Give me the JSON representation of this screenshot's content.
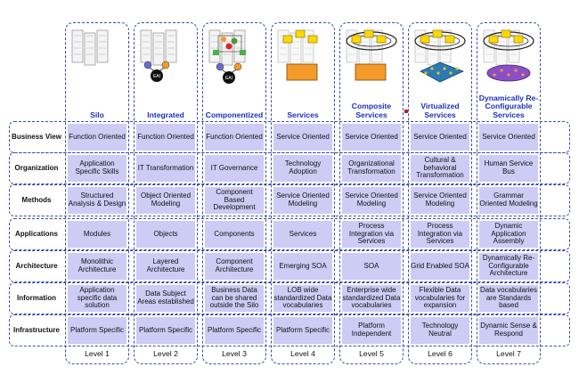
{
  "stages": [
    {
      "title": "Silo",
      "level": "Level 1",
      "icon": "building-icon"
    },
    {
      "title": "Integrated",
      "level": "Level 2",
      "icon": "eai-hub-icon"
    },
    {
      "title": "Componentized",
      "level": "Level 3",
      "icon": "component-eai-icon"
    },
    {
      "title": "Services",
      "level": "Level 4",
      "icon": "services-icon"
    },
    {
      "title": "Composite Services",
      "level": "Level 5",
      "icon": "composite-services-icon"
    },
    {
      "title": "Virtualized Services",
      "level": "Level 6",
      "icon": "virtualized-services-icon"
    },
    {
      "title": "Dynamically Re-Configurable Services",
      "level": "Level 7",
      "icon": "reconfigurable-services-icon"
    }
  ],
  "hub_label": "EAI",
  "rows": [
    {
      "label": "Business View",
      "cells": [
        "Function Oriented",
        "Function Oriented",
        "Function Oriented",
        "Service Oriented",
        "Service Oriented",
        "Service Oriented",
        "Service Oriented"
      ]
    },
    {
      "label": "Organization",
      "cells": [
        "Application Specific Skills",
        "IT Transformation",
        "IT Governance",
        "Technology Adoption",
        "Organizational Transformation",
        "Cultural & behavioral Transformation",
        "Human Service Bus"
      ]
    },
    {
      "label": "Methods",
      "cells": [
        "Structured Analysis & Design",
        "Object Oriented Modeling",
        "Component Based Development",
        "Service  Oriented Modeling",
        "Service  Oriented Modeling",
        "Service  Oriented Modeling",
        "Grammar Oriented Modeling"
      ]
    },
    {
      "label": "Applications",
      "cells": [
        "Modules",
        "Objects",
        "Components",
        "Services",
        "Process Integration via Services",
        "Process Integration via Services",
        "Dynamic Application Assembly"
      ]
    },
    {
      "label": "Architecture",
      "cells": [
        "Monolithic Architecture",
        "Layered Architecture",
        "Component Architecture",
        "Emerging SOA",
        "SOA",
        "Grid Enabled SOA",
        "Dynamically Re-Configurable Architecture"
      ]
    },
    {
      "label": "Information",
      "cells": [
        "Application specific data solution",
        "Data Subject Areas established",
        "Business Data can be shared outside the Silo",
        "LOB wide standardized Data vocabularies",
        "Enterprise wide standardized Data vocabularies",
        "Flexible Data vocabularies for expansion",
        "Data vocabularies are Standards based"
      ]
    },
    {
      "label": "Infrastructure",
      "cells": [
        "Platform Specific",
        "Platform Specific",
        "Platform Specific",
        "Platform Specific",
        "Platform Independent",
        "Technology Neutral",
        "Dynamic Sense & Respond"
      ]
    }
  ]
}
